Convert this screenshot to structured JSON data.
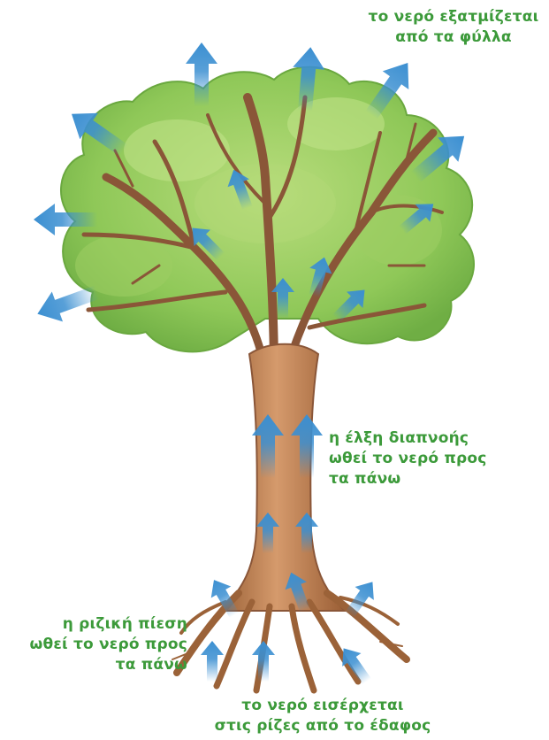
{
  "labels": {
    "evaporation": "το νερό εξατμίζεται\nαπό τα φύλλα",
    "transpiration_pull": "η έλξη διαπνοής\nωθεί το νερό προς\nτα πάνω",
    "root_pressure": "η ριζική πίεση\nωθεί το νερό προς\nτα πάνω",
    "water_enters": "το νερό εισέρχεται\nστις ρίζες από το έδαφος"
  },
  "colors": {
    "label_green": "#3c9a3a",
    "leaf_light": "#a8d36b",
    "leaf_mid": "#7fbf4d",
    "trunk": "#b57a4f",
    "branch": "#8a5638",
    "arrow_blue": "#3b8fd1"
  },
  "icons": {
    "arrow": "water-flow-arrow-icon"
  }
}
